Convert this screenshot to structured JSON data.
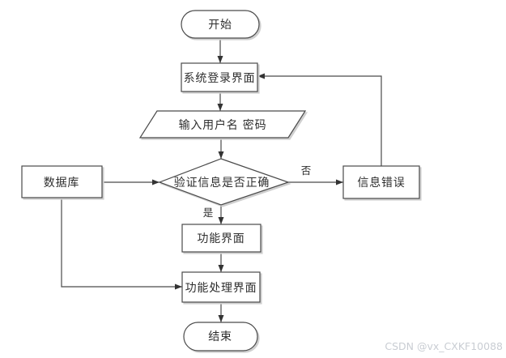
{
  "diagram": {
    "kind": "flowchart",
    "nodes": {
      "start": {
        "label": "开始",
        "shape": "terminator"
      },
      "login": {
        "label": "系统登录界面",
        "shape": "process"
      },
      "input": {
        "label": "输入用户名 密码",
        "shape": "input-output"
      },
      "verify": {
        "label": "验证信息是否正确",
        "shape": "decision"
      },
      "database": {
        "label": "数据库",
        "shape": "process"
      },
      "error": {
        "label": "信息错误",
        "shape": "process"
      },
      "func": {
        "label": "功能界面",
        "shape": "process"
      },
      "procfunc": {
        "label": "功能处理界面",
        "shape": "process"
      },
      "end": {
        "label": "结束",
        "shape": "terminator"
      }
    },
    "edge_labels": {
      "yes": "是",
      "no": "否"
    },
    "edges": [
      {
        "from": "start",
        "to": "login"
      },
      {
        "from": "login",
        "to": "input"
      },
      {
        "from": "input",
        "to": "verify"
      },
      {
        "from": "verify",
        "to": "func",
        "label": "是"
      },
      {
        "from": "verify",
        "to": "error",
        "label": "否"
      },
      {
        "from": "error",
        "to": "login"
      },
      {
        "from": "database",
        "to": "verify"
      },
      {
        "from": "database",
        "to": "procfunc"
      },
      {
        "from": "func",
        "to": "procfunc"
      },
      {
        "from": "procfunc",
        "to": "end"
      }
    ],
    "colors": {
      "stroke": "#4a4a4a",
      "shape_fill": "#ffffff",
      "shadow": "#cfcfcf",
      "text": "#2e2e2e",
      "watermark": "#c9cdd3",
      "background": "#ffffff"
    }
  },
  "watermark": {
    "text": "CSDN @vx_CXKF10088"
  }
}
